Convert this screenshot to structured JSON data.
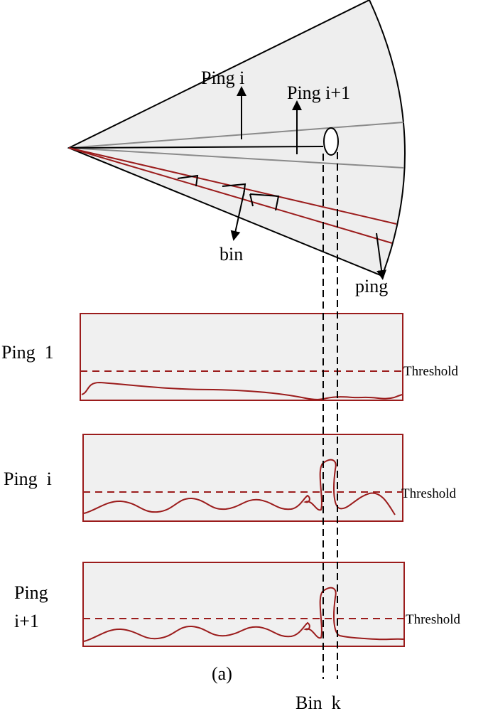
{
  "sector": {
    "ping_i_label": "Ping i",
    "ping_i1_label": "Ping i+1",
    "bin_label": "bin",
    "ping_label": "ping"
  },
  "panels": [
    {
      "label_lines": [
        "Ping  1"
      ],
      "threshold_label": "Threshold"
    },
    {
      "label_lines": [
        "Ping  i"
      ],
      "threshold_label": "Threshold"
    },
    {
      "label_lines": [
        "Ping",
        "i+1"
      ],
      "threshold_label": "Threshold"
    }
  ],
  "caption": "(a)",
  "bin_k_label": "Bin  k",
  "colors": {
    "outline": "#000000",
    "sector_fill": "#eeeeee",
    "panel_fill": "#f0f0f0",
    "accent": "#9b1c1c",
    "gray_ray": "#8a8a8a"
  }
}
